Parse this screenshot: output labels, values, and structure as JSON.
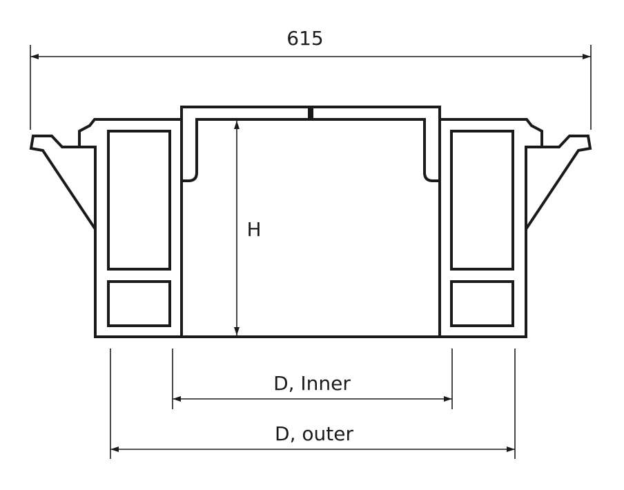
{
  "title": "Cross-section drawing of a housing with dimensions",
  "dimensions": {
    "overall_width": "615",
    "height": "H",
    "inner_diameter": "D, Inner",
    "outer_diameter": "D, outer"
  },
  "colors": {
    "line": "#1a1a1a",
    "background": "#ffffff"
  }
}
